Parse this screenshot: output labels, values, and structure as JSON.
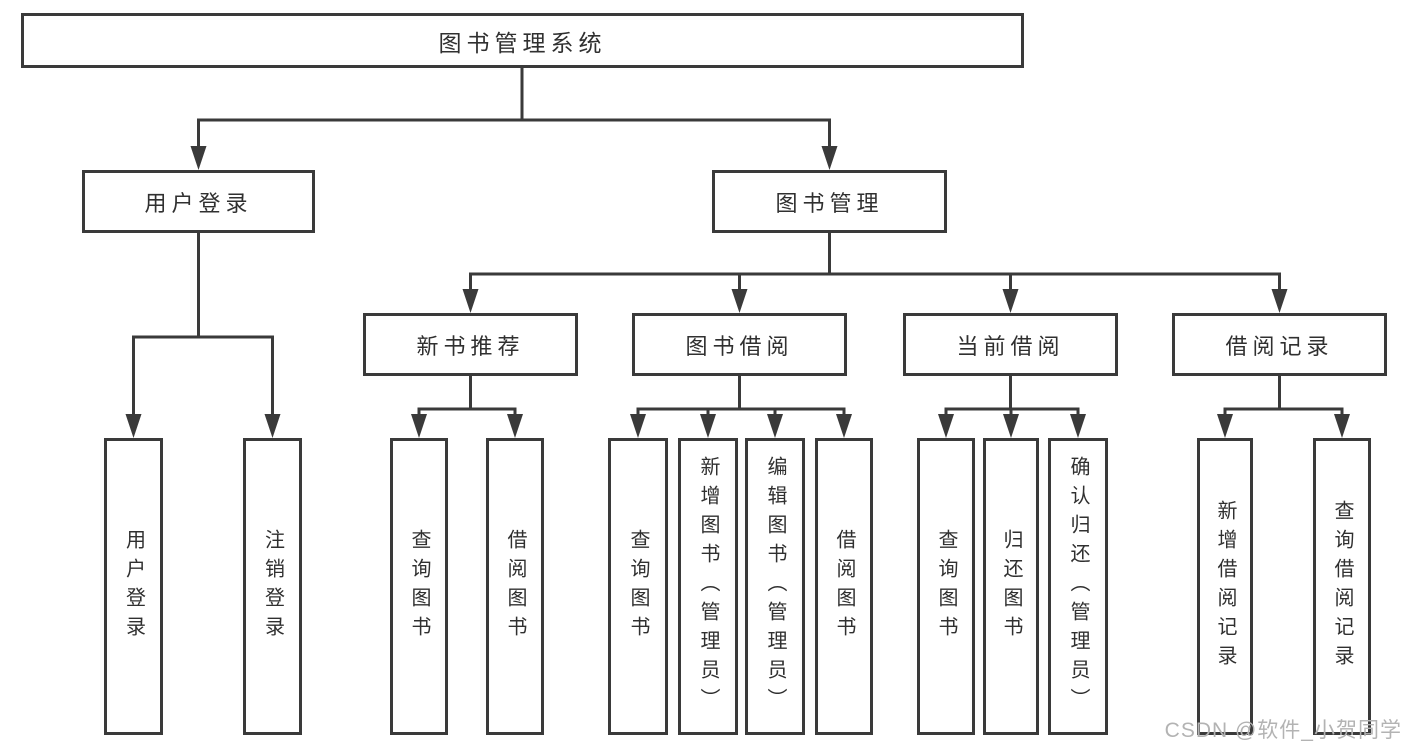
{
  "diagram": {
    "type": "hierarchy",
    "colors": {
      "line": "#3a3a3a",
      "box_border": "#3a3a3a",
      "box_background": "#ffffff",
      "text": "#303030",
      "watermark": "#b3b3b3",
      "background": "#ffffff"
    },
    "tree": {
      "label": "图书管理系统",
      "children": [
        {
          "label": "用户登录",
          "children": [
            {
              "label": "用户登录"
            },
            {
              "label": "注销登录"
            }
          ]
        },
        {
          "label": "图书管理",
          "children": [
            {
              "label": "新书推荐",
              "children": [
                {
                  "label": "查询图书"
                },
                {
                  "label": "借阅图书"
                }
              ]
            },
            {
              "label": "图书借阅",
              "children": [
                {
                  "label": "查询图书"
                },
                {
                  "label": "新增图书（管理员）"
                },
                {
                  "label": "编辑图书（管理员）"
                },
                {
                  "label": "借阅图书"
                }
              ]
            },
            {
              "label": "当前借阅",
              "children": [
                {
                  "label": "查询图书"
                },
                {
                  "label": "归还图书"
                },
                {
                  "label": "确认归还（管理员）"
                }
              ]
            },
            {
              "label": "借阅记录",
              "children": [
                {
                  "label": "新增借阅记录"
                },
                {
                  "label": "查询借阅记录"
                }
              ]
            }
          ]
        }
      ]
    },
    "watermark": {
      "text": "CSDN @软件_小贺同学"
    }
  }
}
